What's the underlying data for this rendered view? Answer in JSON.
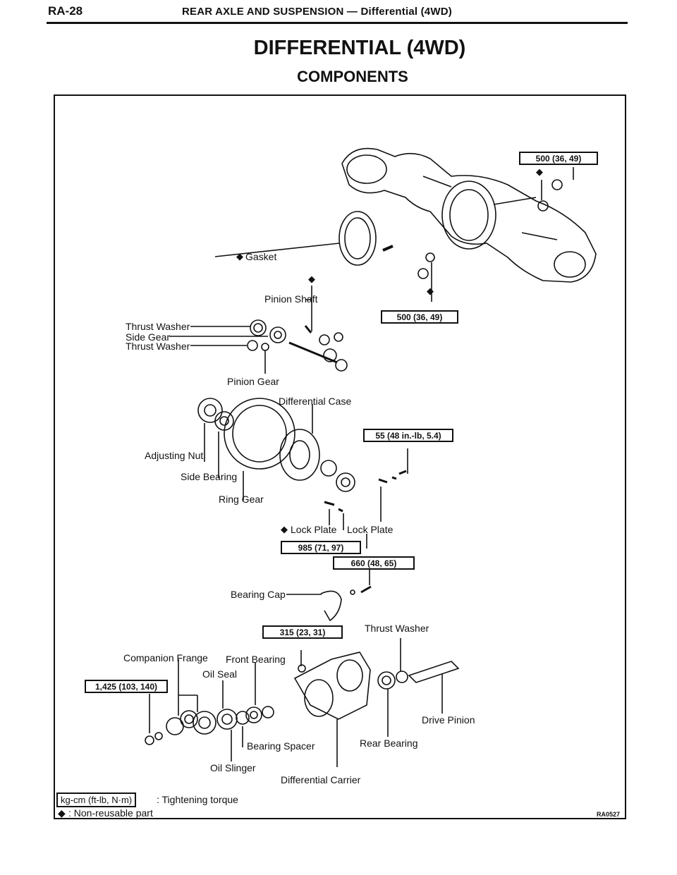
{
  "header": {
    "page_number": "RA-28",
    "section": "REAR AXLE AND SUSPENSION — Differential (4WD)"
  },
  "title": "DIFFERENTIAL (4WD)",
  "subtitle": "COMPONENTS",
  "torques": {
    "t500_top": "500 (36, 49)",
    "t500_mid": "500 (36, 49)",
    "t55": "55 (48 in.-lb, 5.4)",
    "t985": "985 (71, 97)",
    "t660": "660 (48, 65)",
    "t315": "315 (23, 31)",
    "t1425": "1,425 (103, 140)"
  },
  "labels": {
    "gasket": "Gasket",
    "pinion_shaft": "Pinion Shaft",
    "thrust_washer_1": "Thrust Washer",
    "side_gear": "Side Gear",
    "thrust_washer_2": "Thrust Washer",
    "pinion_gear": "Pinion Gear",
    "differential_case": "Differential Case",
    "adjusting_nut": "Adjusting Nut",
    "side_bearing": "Side Bearing",
    "ring_gear": "Ring Gear",
    "lock_plate_nonreusable": "Lock Plate",
    "lock_plate": "Lock Plate",
    "bearing_cap": "Bearing Cap",
    "thrust_washer_3": "Thrust Washer",
    "companion_frange": "Companion Frange",
    "front_bearing": "Front Bearing",
    "oil_seal": "Oil Seal",
    "drive_pinion": "Drive Pinion",
    "bearing_spacer": "Bearing Spacer",
    "rear_bearing": "Rear Bearing",
    "oil_slinger": "Oil Slinger",
    "differential_carrier": "Differential Carrier"
  },
  "legend": {
    "unit_box": "kg-cm (ft-lb, N·m)",
    "unit_text": ": Tightening torque",
    "nonreusable_symbol": "◆",
    "nonreusable_text": ": Non-reusable part"
  },
  "figure_code": "RA0527",
  "symbols": {
    "nonreusable": "◆"
  }
}
